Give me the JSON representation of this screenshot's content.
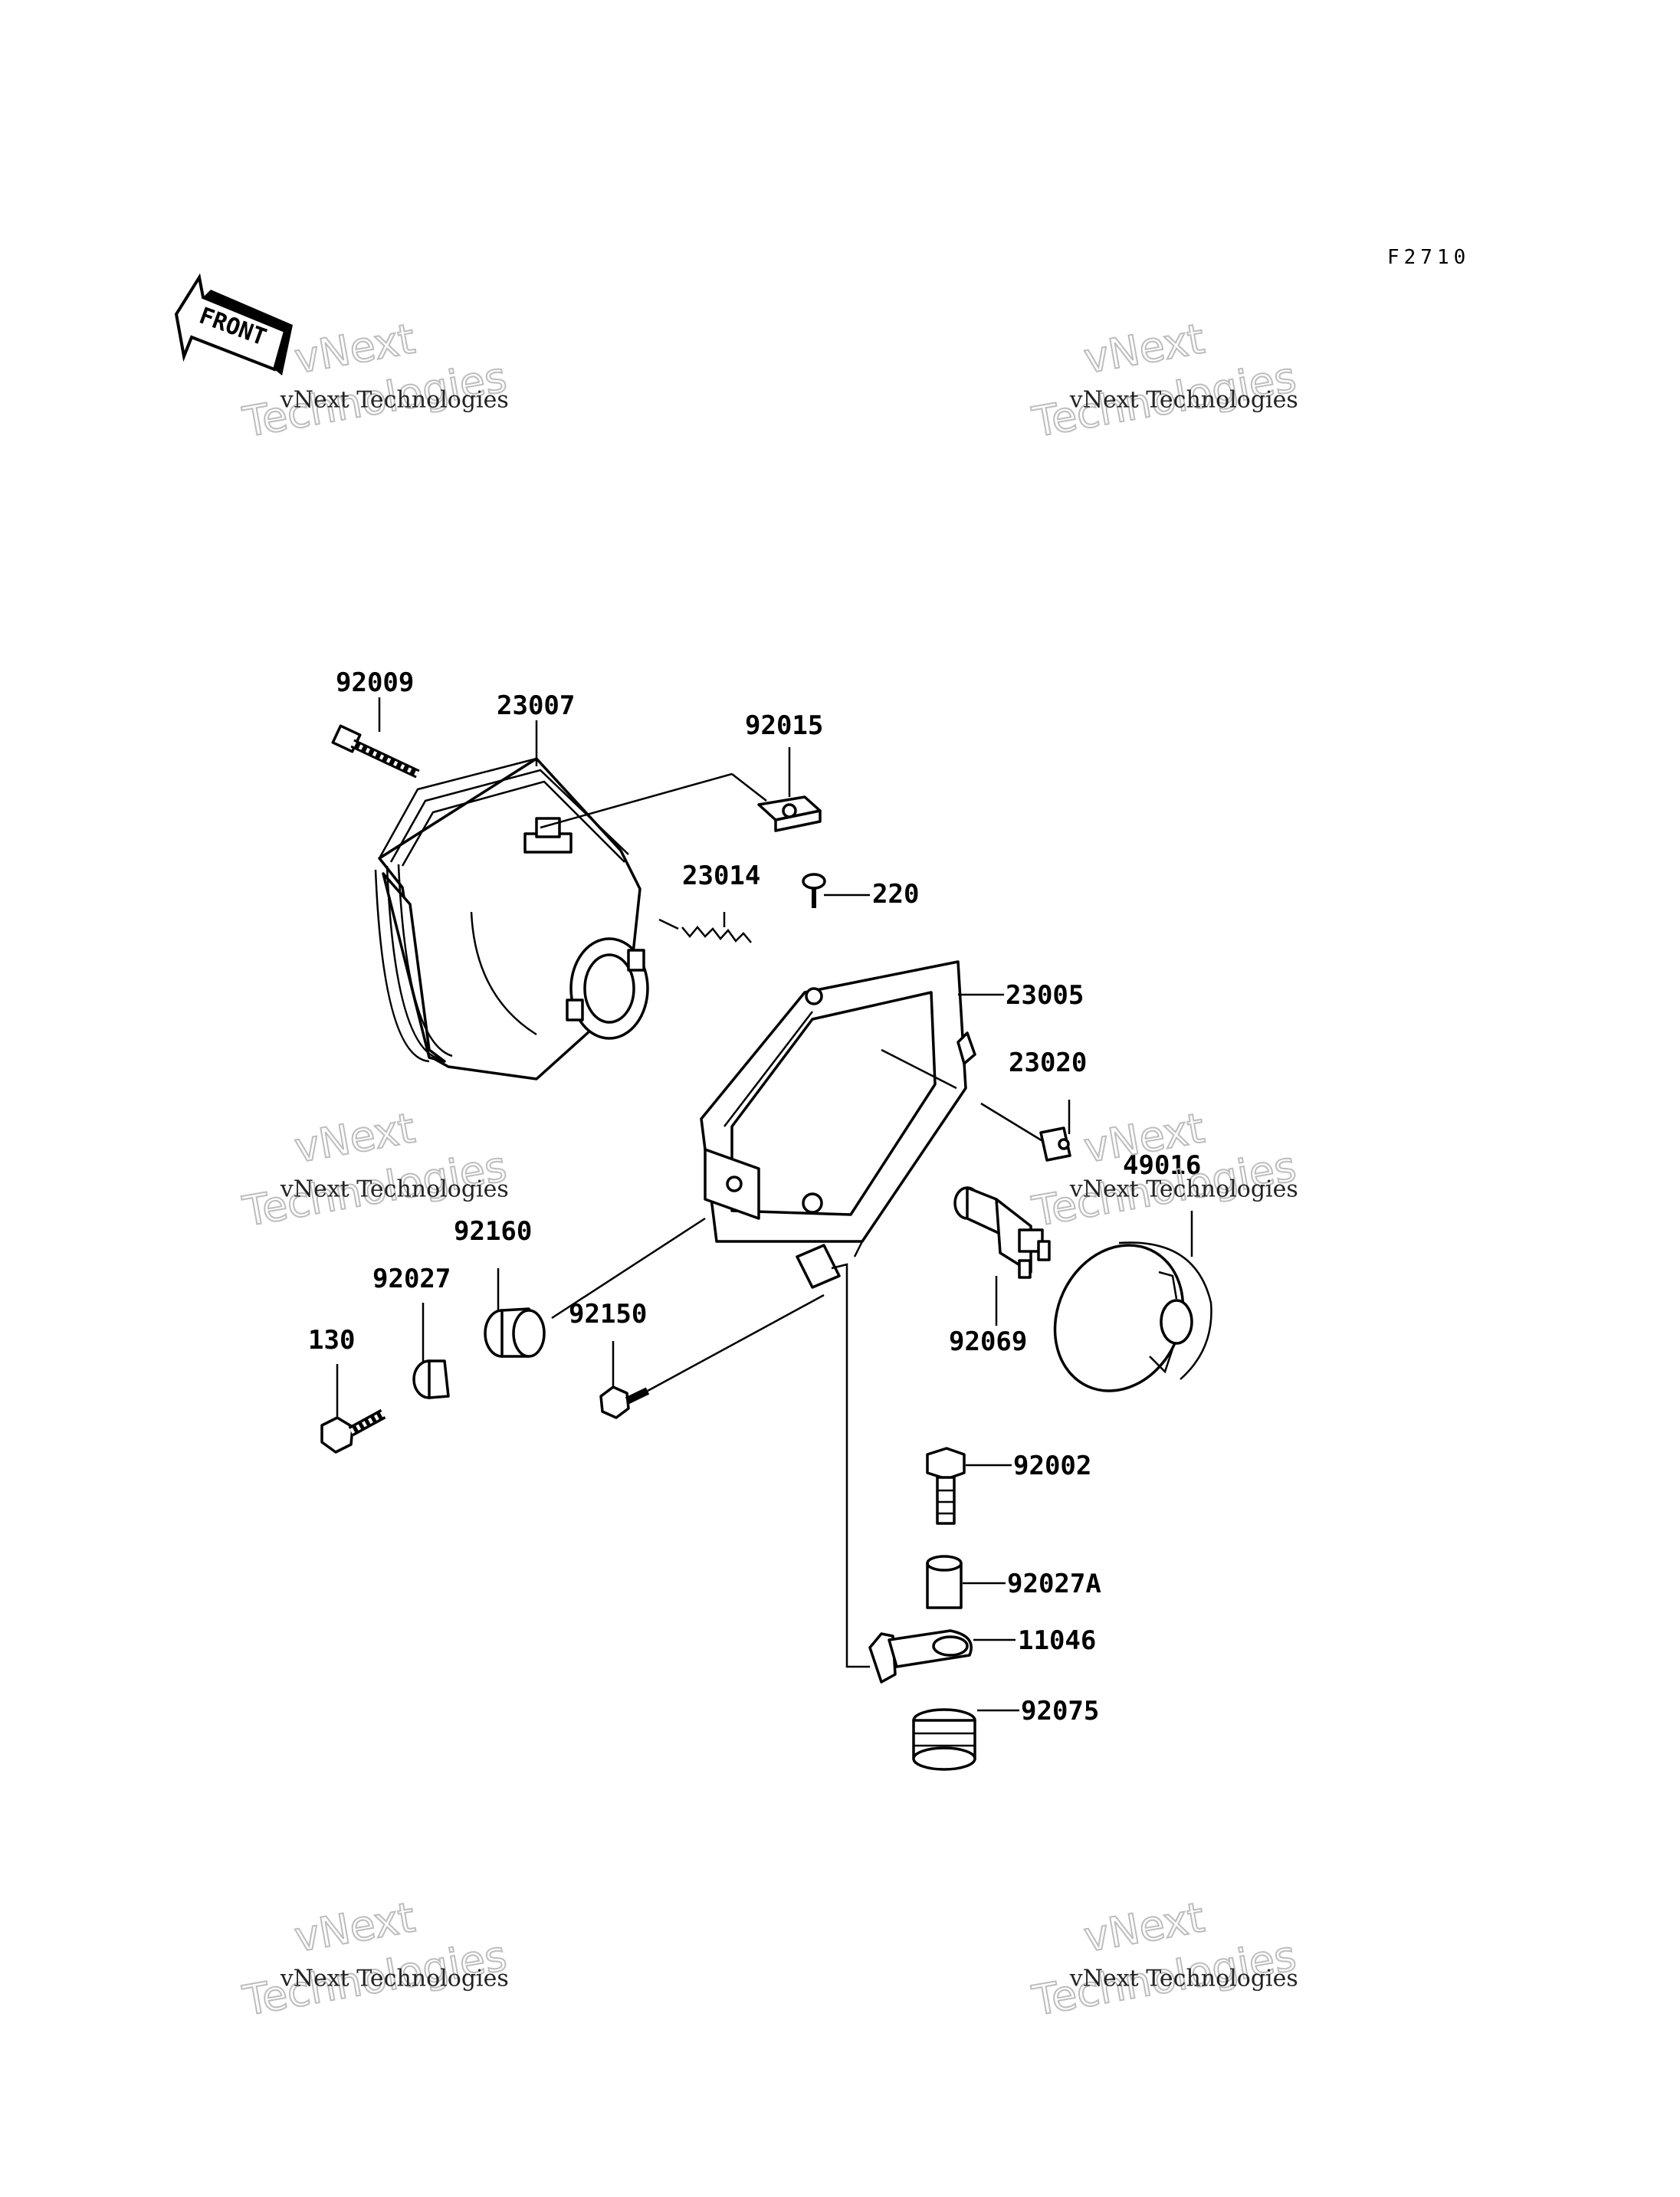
{
  "figure_code": "F2710",
  "front_marker": "FRONT",
  "watermark": {
    "line1": "vNext Technologies",
    "line2": "vNext",
    "line3": "Technologies"
  },
  "parts": {
    "p92009": "92009",
    "p23007": "23007",
    "p92015": "92015",
    "p23014": "23014",
    "p220": "220",
    "p23005": "23005",
    "p23020": "23020",
    "p49016": "49016",
    "p92160": "92160",
    "p92027": "92027",
    "p130": "130",
    "p92150": "92150",
    "p92069": "92069",
    "p92002": "92002",
    "p92027A": "92027A",
    "p11046": "11046",
    "p92075": "92075"
  }
}
